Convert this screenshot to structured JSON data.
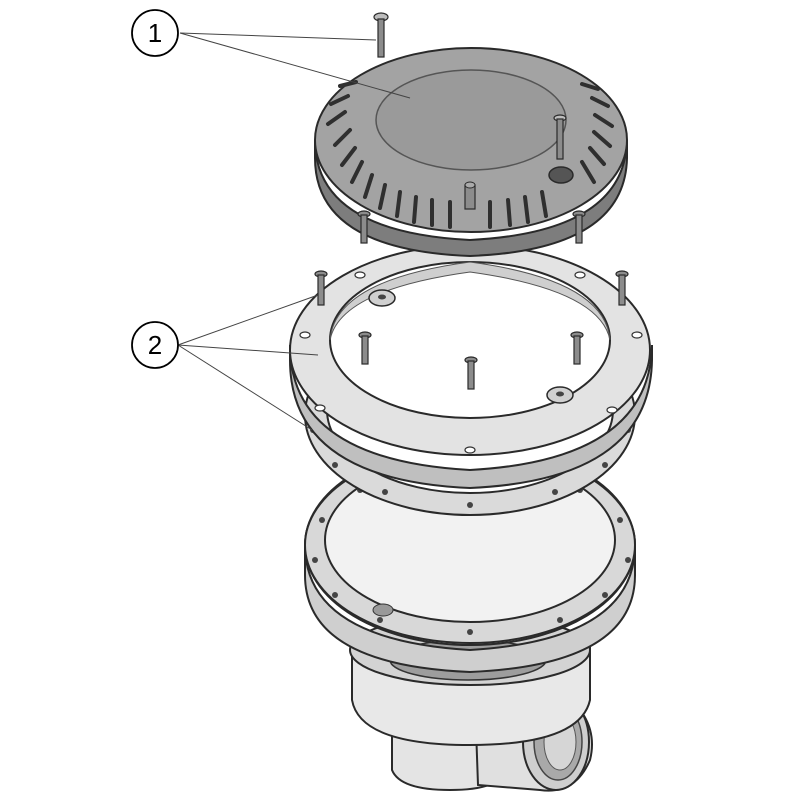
{
  "callouts": [
    {
      "id": "1",
      "label": "1"
    },
    {
      "id": "2",
      "label": "2"
    }
  ],
  "colors": {
    "grate": "#9a9a9a",
    "grate_dark": "#6f6f6f",
    "ring": "#dcdcdc",
    "ring_shade": "#bdbdbd",
    "body": "#e6e6e6",
    "body_shade": "#b8b8b8",
    "outline": "#2a2a2a",
    "screw": "#8c8c8c",
    "leader": "#444444"
  }
}
